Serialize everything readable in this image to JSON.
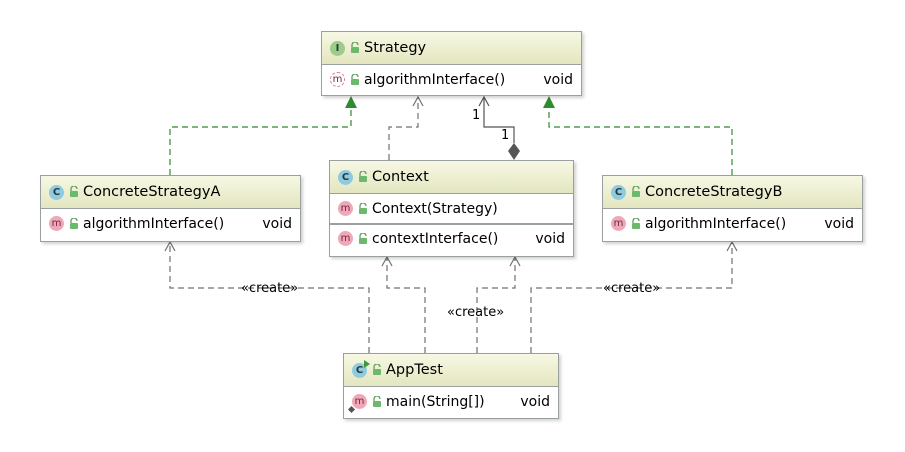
{
  "classes": {
    "strategy": {
      "name": "Strategy",
      "kind_badge": "I",
      "methods": [
        {
          "name": "algorithmInterface()",
          "type": "void"
        }
      ]
    },
    "context": {
      "name": "Context",
      "kind_badge": "C",
      "methods": [
        {
          "name": "Context(Strategy)",
          "type": ""
        },
        {
          "name": "contextInterface()",
          "type": "void"
        }
      ]
    },
    "concrete_a": {
      "name": "ConcreteStrategyA",
      "kind_badge": "C",
      "methods": [
        {
          "name": "algorithmInterface()",
          "type": "void"
        }
      ]
    },
    "concrete_b": {
      "name": "ConcreteStrategyB",
      "kind_badge": "C",
      "methods": [
        {
          "name": "algorithmInterface()",
          "type": "void"
        }
      ]
    },
    "apptest": {
      "name": "AppTest",
      "kind_badge": "C",
      "methods": [
        {
          "name": "main(String[])",
          "type": "void"
        }
      ]
    }
  },
  "method_badge": "m",
  "labels": {
    "create_left": "«create»",
    "create_center": "«create»",
    "create_right": "«create»",
    "mult_strategy": "1",
    "mult_context": "1"
  },
  "colors": {
    "realization": "#2e8b2e",
    "dependency": "#707070",
    "header_top": "#f7f8e4",
    "header_bottom": "#e3e6bf"
  }
}
